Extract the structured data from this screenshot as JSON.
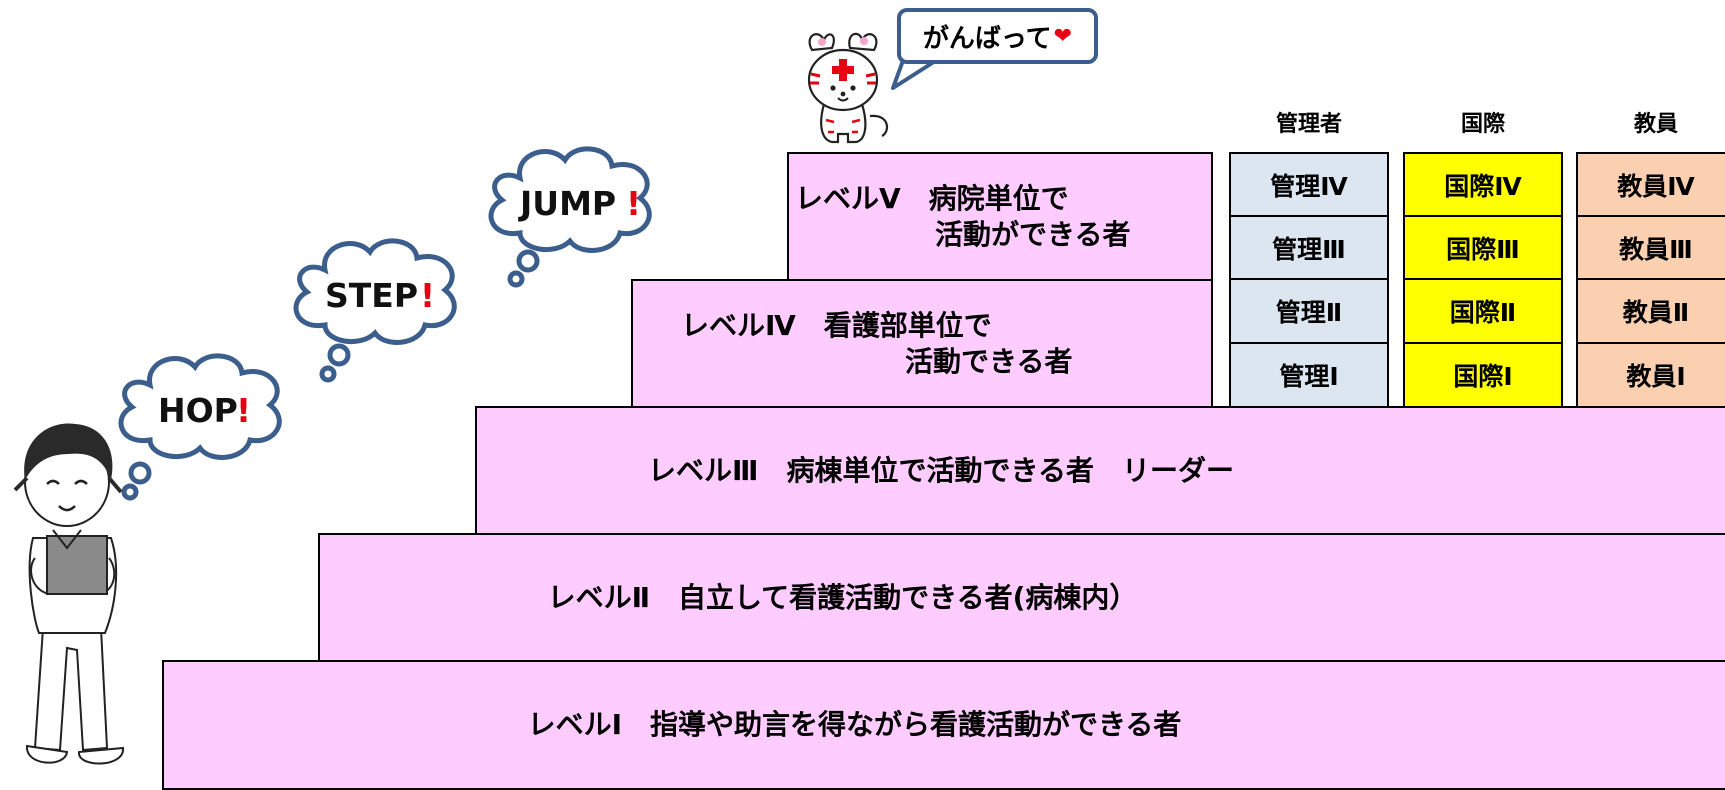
{
  "speech": {
    "text": "がんばって",
    "heart": "❤"
  },
  "clouds": [
    {
      "word": "HOP",
      "mark": "!"
    },
    {
      "word": "STEP",
      "mark": "!"
    },
    {
      "word": "JUMP",
      "mark": "!"
    }
  ],
  "levels": {
    "l5": "レベルⅤ　病院単位で\n　　　　　活動ができる者",
    "l4": "レベルⅣ　看護部単位で\n　　　　　　　　活動できる者",
    "l3": "レベルⅢ　病棟単位で活動できる者　リーダー",
    "l2": "レベルⅡ　自立して看護活動できる者(病棟内）",
    "l1": "レベルⅠ　指導や助言を得ながら看護活動ができる者"
  },
  "tracks": {
    "management": {
      "header": "管理者",
      "cells": [
        "管理Ⅳ",
        "管理Ⅲ",
        "管理Ⅱ",
        "管理Ⅰ"
      ]
    },
    "international": {
      "header": "国際",
      "cells": [
        "国際Ⅳ",
        "国際Ⅲ",
        "国際Ⅱ",
        "国際Ⅰ"
      ]
    },
    "teacher": {
      "header": "教員",
      "cells": [
        "教員Ⅳ",
        "教員Ⅲ",
        "教員Ⅱ",
        "教員Ⅰ"
      ]
    }
  },
  "colors": {
    "level_fill": "#ffccff",
    "management_fill": "#dce6f0",
    "international_fill": "#ffff00",
    "teacher_fill": "#fad0b0",
    "cloud_outline": "#3b5e8c",
    "exclamation": "#e60012"
  }
}
